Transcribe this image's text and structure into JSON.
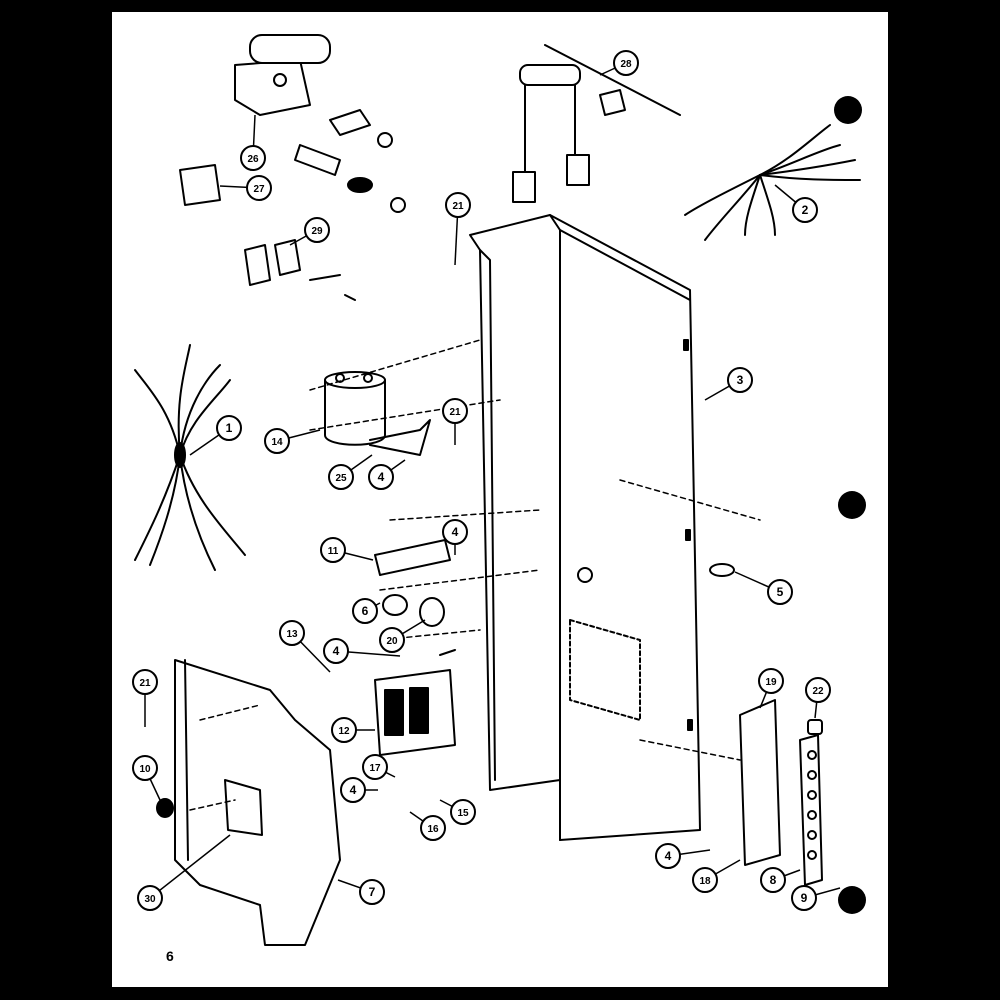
{
  "page_number": "6",
  "callouts": [
    {
      "id": "c1",
      "label": "1"
    },
    {
      "id": "c2",
      "label": "2"
    },
    {
      "id": "c3",
      "label": "3"
    },
    {
      "id": "c4a",
      "label": "4"
    },
    {
      "id": "c4b",
      "label": "4"
    },
    {
      "id": "c4c",
      "label": "4"
    },
    {
      "id": "c4d",
      "label": "4"
    },
    {
      "id": "c4e",
      "label": "4"
    },
    {
      "id": "c5",
      "label": "5"
    },
    {
      "id": "c6",
      "label": "6"
    },
    {
      "id": "c7",
      "label": "7"
    },
    {
      "id": "c8",
      "label": "8"
    },
    {
      "id": "c9",
      "label": "9"
    },
    {
      "id": "c10",
      "label": "10"
    },
    {
      "id": "c11",
      "label": "11"
    },
    {
      "id": "c12",
      "label": "12"
    },
    {
      "id": "c13",
      "label": "13"
    },
    {
      "id": "c14",
      "label": "14"
    },
    {
      "id": "c15",
      "label": "15"
    },
    {
      "id": "c16",
      "label": "16"
    },
    {
      "id": "c17",
      "label": "17"
    },
    {
      "id": "c18",
      "label": "18"
    },
    {
      "id": "c19",
      "label": "19"
    },
    {
      "id": "c20",
      "label": "20"
    },
    {
      "id": "c21a",
      "label": "21"
    },
    {
      "id": "c21b",
      "label": "21"
    },
    {
      "id": "c21c",
      "label": "21"
    },
    {
      "id": "c22",
      "label": "22"
    },
    {
      "id": "c25",
      "label": "25"
    },
    {
      "id": "c26",
      "label": "26"
    },
    {
      "id": "c27",
      "label": "27"
    },
    {
      "id": "c28",
      "label": "28"
    },
    {
      "id": "c29",
      "label": "29"
    },
    {
      "id": "c30",
      "label": "30"
    }
  ]
}
